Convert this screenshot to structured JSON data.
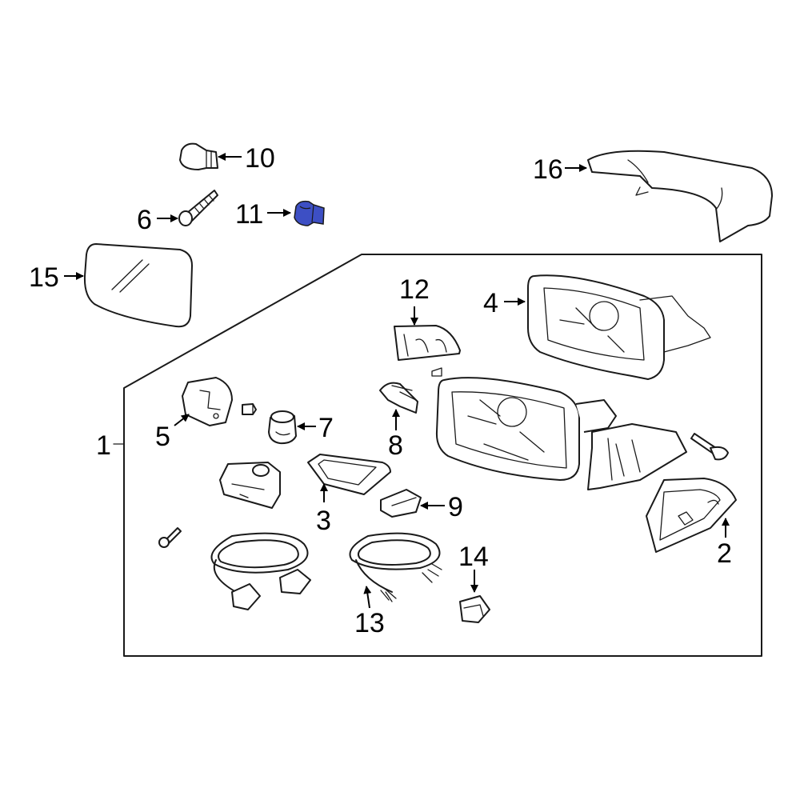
{
  "diagram": {
    "highlight_color": "#3d4fc4",
    "outline_color": "#1a1a1a",
    "highlighted_part": "11",
    "callouts": {
      "c1": "1",
      "c2": "2",
      "c3": "3",
      "c4": "4",
      "c5": "5",
      "c6": "6",
      "c7": "7",
      "c8": "8",
      "c9": "9",
      "c10": "10",
      "c11": "11",
      "c12": "12",
      "c13": "13",
      "c14": "14",
      "c15": "15",
      "c16": "16"
    }
  }
}
